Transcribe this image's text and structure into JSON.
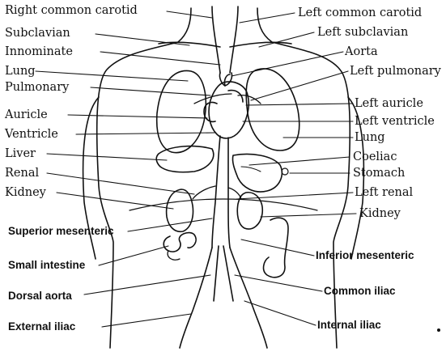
{
  "labels": {
    "right_common_carotid": "Right common carotid",
    "subclavian": "Subclavian",
    "innominate": "Innominate",
    "lung_left_side": "Lung",
    "pulmonary": "Pulmonary",
    "auricle": "Auricle",
    "ventricle": "Ventricle",
    "liver": "Liver",
    "renal": "Renal",
    "kidney_left_side": "Kidney",
    "superior_mesenteric": "Superior mesenteric",
    "small_intestine": "Small intestine",
    "dorsal_aorta": "Dorsal aorta",
    "external_iliac": "External iliac",
    "left_common_carotid": "Left common carotid",
    "left_subclavian": "Left subclavian",
    "aorta": "Aorta",
    "left_pulmonary": "Left pulmonary",
    "left_auricle": "Left auricle",
    "left_ventricle": "Left ventricle",
    "lung_right_side": "Lung",
    "coeliac": "Coeliac",
    "stomach": "Stomach",
    "left_renal": "Left renal",
    "kidney_right_side": "Kidney",
    "inferior_mesenteric": "Inferior mesenteric",
    "common_iliac": "Common iliac",
    "internal_iliac": "Internal iliac"
  },
  "colors": {
    "ink": "#111111",
    "background": "#ffffff"
  }
}
